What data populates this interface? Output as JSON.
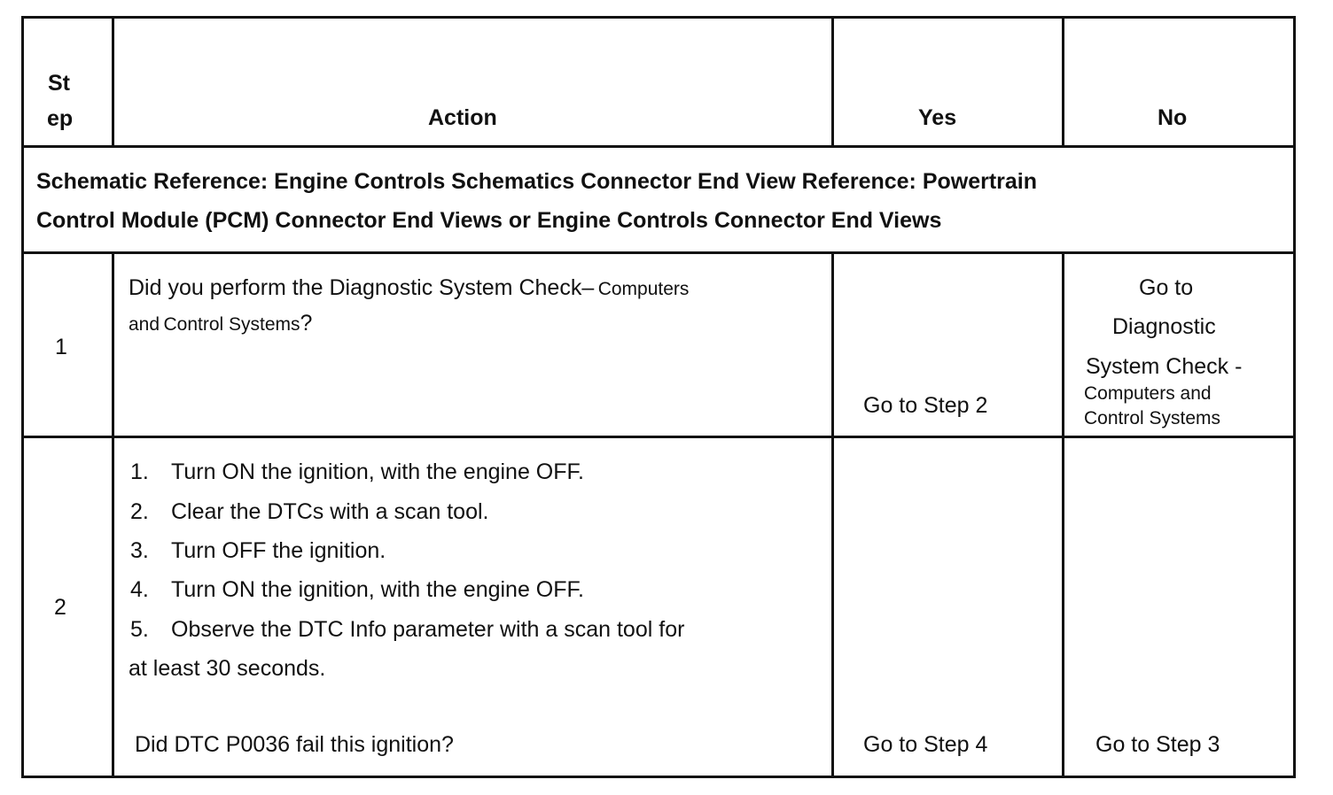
{
  "header": {
    "step_line1": "St",
    "step_line2": "ep",
    "action": "Action",
    "yes": "Yes",
    "no": "No"
  },
  "reference": {
    "line1": "Schematic Reference: Engine Controls Schematics Connector End View Reference: Powertrain",
    "line2": "Control Module (PCM) Connector End Views or  Engine Controls  Connector End Views"
  },
  "rows": [
    {
      "step": "1",
      "action_line1_main": "Did you perform the Diagnostic System Check–",
      "action_line1_small": "Computers",
      "action_line2_a": "and",
      "action_line2_small": "Control Systems",
      "action_line2_end": "?",
      "yes": "Go to Step 2",
      "no_line1": "Go to",
      "no_line2": "Diagnostic",
      "no_line3": "System Check -",
      "no_line4": "Computers and",
      "no_line5": "Control Systems"
    },
    {
      "step": "2",
      "items": [
        {
          "num": "1.",
          "text": "Turn ON the ignition, with the engine OFF."
        },
        {
          "num": "2.",
          "text": "Clear the DTCs with a scan tool."
        },
        {
          "num": "3.",
          "text": "Turn OFF the ignition."
        },
        {
          "num": "4.",
          "text": "Turn ON the ignition, with the engine OFF."
        },
        {
          "num": "5.",
          "text": "Observe the DTC Info parameter with a scan tool for"
        }
      ],
      "continuation": "at least 30 seconds.",
      "question": "Did DTC P0036 fail this ignition?",
      "yes": "Go to Step 4",
      "no": "Go to Step 3"
    }
  ]
}
